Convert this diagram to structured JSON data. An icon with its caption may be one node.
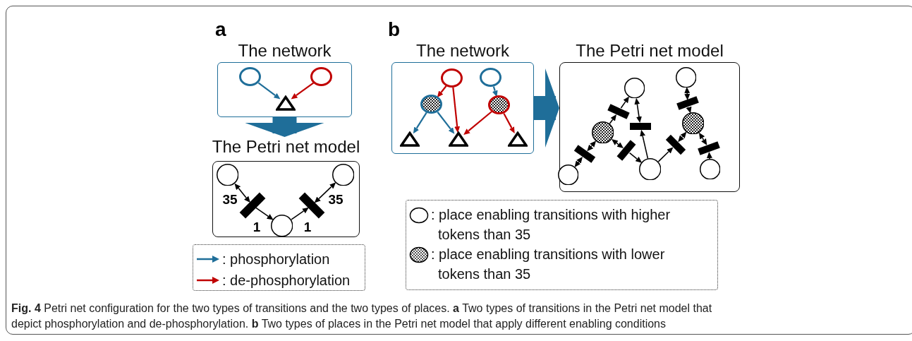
{
  "diagram": {
    "caption": "**Fig. 4** Petri net configuration for the two types of transitions and the two types of places. **a** Two types of transitions in the Petri net model that depict phosphorylation and de-phosphorylation. **b** Two types of places in the Petri net model that apply different enabling conditions",
    "nodes": [
      {
        "text": [
          "The network"
        ]
      },
      {
        "text": [],
        "shape": "circle",
        "in": 0
      },
      {
        "text": [],
        "shape": "circle",
        "in": 0
      },
      {
        "text": [],
        "shape": "triangle",
        "in": 0
      },
      {
        "text": [
          "The Petri net model"
        ]
      },
      {
        "text": [],
        "shape": "circle",
        "in": 4
      },
      {
        "text": [],
        "shape": "circle",
        "in": 4
      },
      {
        "text": [],
        "shape": "circle",
        "in": 4
      },
      {
        "text": [],
        "shape": "bar",
        "in": 4
      },
      {
        "text": [],
        "shape": "bar",
        "in": 4
      },
      {
        "text": [
          "The network"
        ]
      },
      {
        "text": [],
        "shape": "circle",
        "in": 10
      },
      {
        "text": [],
        "shape": "circle",
        "in": 10
      },
      {
        "text": [],
        "shape": "circle",
        "in": 10
      },
      {
        "text": [],
        "shape": "circle",
        "in": 10
      },
      {
        "text": [],
        "shape": "triangle",
        "in": 10
      },
      {
        "text": [],
        "shape": "triangle",
        "in": 10
      },
      {
        "text": [],
        "shape": "triangle",
        "in": 10
      },
      {
        "text": [
          "The Petri net model"
        ]
      },
      {
        "text": [],
        "shape": "circle",
        "in": 18
      },
      {
        "text": [],
        "shape": "circle",
        "in": 18
      },
      {
        "text": [],
        "shape": "circle",
        "in": 18
      },
      {
        "text": [],
        "shape": "circle",
        "in": 18
      },
      {
        "text": [],
        "shape": "circle",
        "in": 18
      },
      {
        "text": [],
        "shape": "circle",
        "in": 18
      },
      {
        "text": [],
        "shape": "circle",
        "in": 18
      },
      {
        "text": [],
        "shape": "bar",
        "in": 18
      },
      {
        "text": [],
        "shape": "bar",
        "in": 18
      },
      {
        "text": [],
        "shape": "bar",
        "in": 18
      },
      {
        "text": [],
        "shape": "bar",
        "in": 18
      },
      {
        "text": [],
        "shape": "bar",
        "in": 18
      },
      {
        "text": [],
        "shape": "bar",
        "in": 18
      },
      {
        "text": [],
        "shape": "bar",
        "in": 18
      }
    ],
    "edges": [
      {
        "from": 1,
        "to": 3,
        "arrow": "to",
        "color": "#1f6e99"
      },
      {
        "from": 2,
        "to": 3,
        "arrow": "to",
        "color": "#c00000"
      },
      {
        "from": 0,
        "to": 4,
        "arrow": "to",
        "style": "thick",
        "color": "#1f6e99"
      },
      {
        "from": 5,
        "to": 8,
        "arrow": "both",
        "label": "35"
      },
      {
        "from": 8,
        "to": 7,
        "arrow": "to",
        "label": "1"
      },
      {
        "from": 7,
        "to": 9,
        "arrow": "to",
        "label": "1"
      },
      {
        "from": 9,
        "to": 6,
        "arrow": "both",
        "label": "35"
      },
      {
        "from": 11,
        "to": 13,
        "arrow": "to",
        "color": "#c00000"
      },
      {
        "from": 11,
        "to": 16,
        "arrow": "to",
        "color": "#c00000"
      },
      {
        "from": 12,
        "to": 14,
        "arrow": "to",
        "color": "#1f6e99"
      },
      {
        "from": 13,
        "to": 15,
        "arrow": "to",
        "color": "#1f6e99"
      },
      {
        "from": 13,
        "to": 16,
        "arrow": "to",
        "color": "#1f6e99"
      },
      {
        "from": 14,
        "to": 16,
        "arrow": "to",
        "color": "#c00000"
      },
      {
        "from": 14,
        "to": 17,
        "arrow": "to",
        "color": "#c00000"
      },
      {
        "from": 10,
        "to": 18,
        "arrow": "to",
        "style": "thick",
        "color": "#1f6e99"
      },
      {
        "from": 21,
        "to": 26,
        "arrow": "to"
      },
      {
        "from": 26,
        "to": 19,
        "arrow": "to"
      },
      {
        "from": 19,
        "to": 27,
        "arrow": "both"
      },
      {
        "from": 24,
        "to": 27,
        "arrow": "to"
      },
      {
        "from": 21,
        "to": 28,
        "arrow": "both"
      },
      {
        "from": 28,
        "to": 23,
        "arrow": "both"
      },
      {
        "from": 21,
        "to": 29,
        "arrow": "both"
      },
      {
        "from": 29,
        "to": 24,
        "arrow": "to"
      },
      {
        "from": 24,
        "to": 30,
        "arrow": "to"
      },
      {
        "from": 30,
        "to": 22,
        "arrow": "both"
      },
      {
        "from": 20,
        "to": 31,
        "arrow": "both"
      },
      {
        "from": 31,
        "to": 22,
        "arrow": "to"
      },
      {
        "from": 22,
        "to": 32,
        "arrow": "both"
      },
      {
        "from": 25,
        "to": 32,
        "arrow": "to"
      }
    ],
    "labels": [
      "a",
      "b"
    ],
    "legend": [
      {
        "text": ": phosphorylation",
        "color": "#1f6e99"
      },
      {
        "text": ": de-phosphorylation",
        "color": "#c00000"
      },
      {
        "text": ": place enabling transitions with higher tokens than 35"
      },
      {
        "text": ": place enabling transitions with lower tokens than 35"
      }
    ]
  }
}
